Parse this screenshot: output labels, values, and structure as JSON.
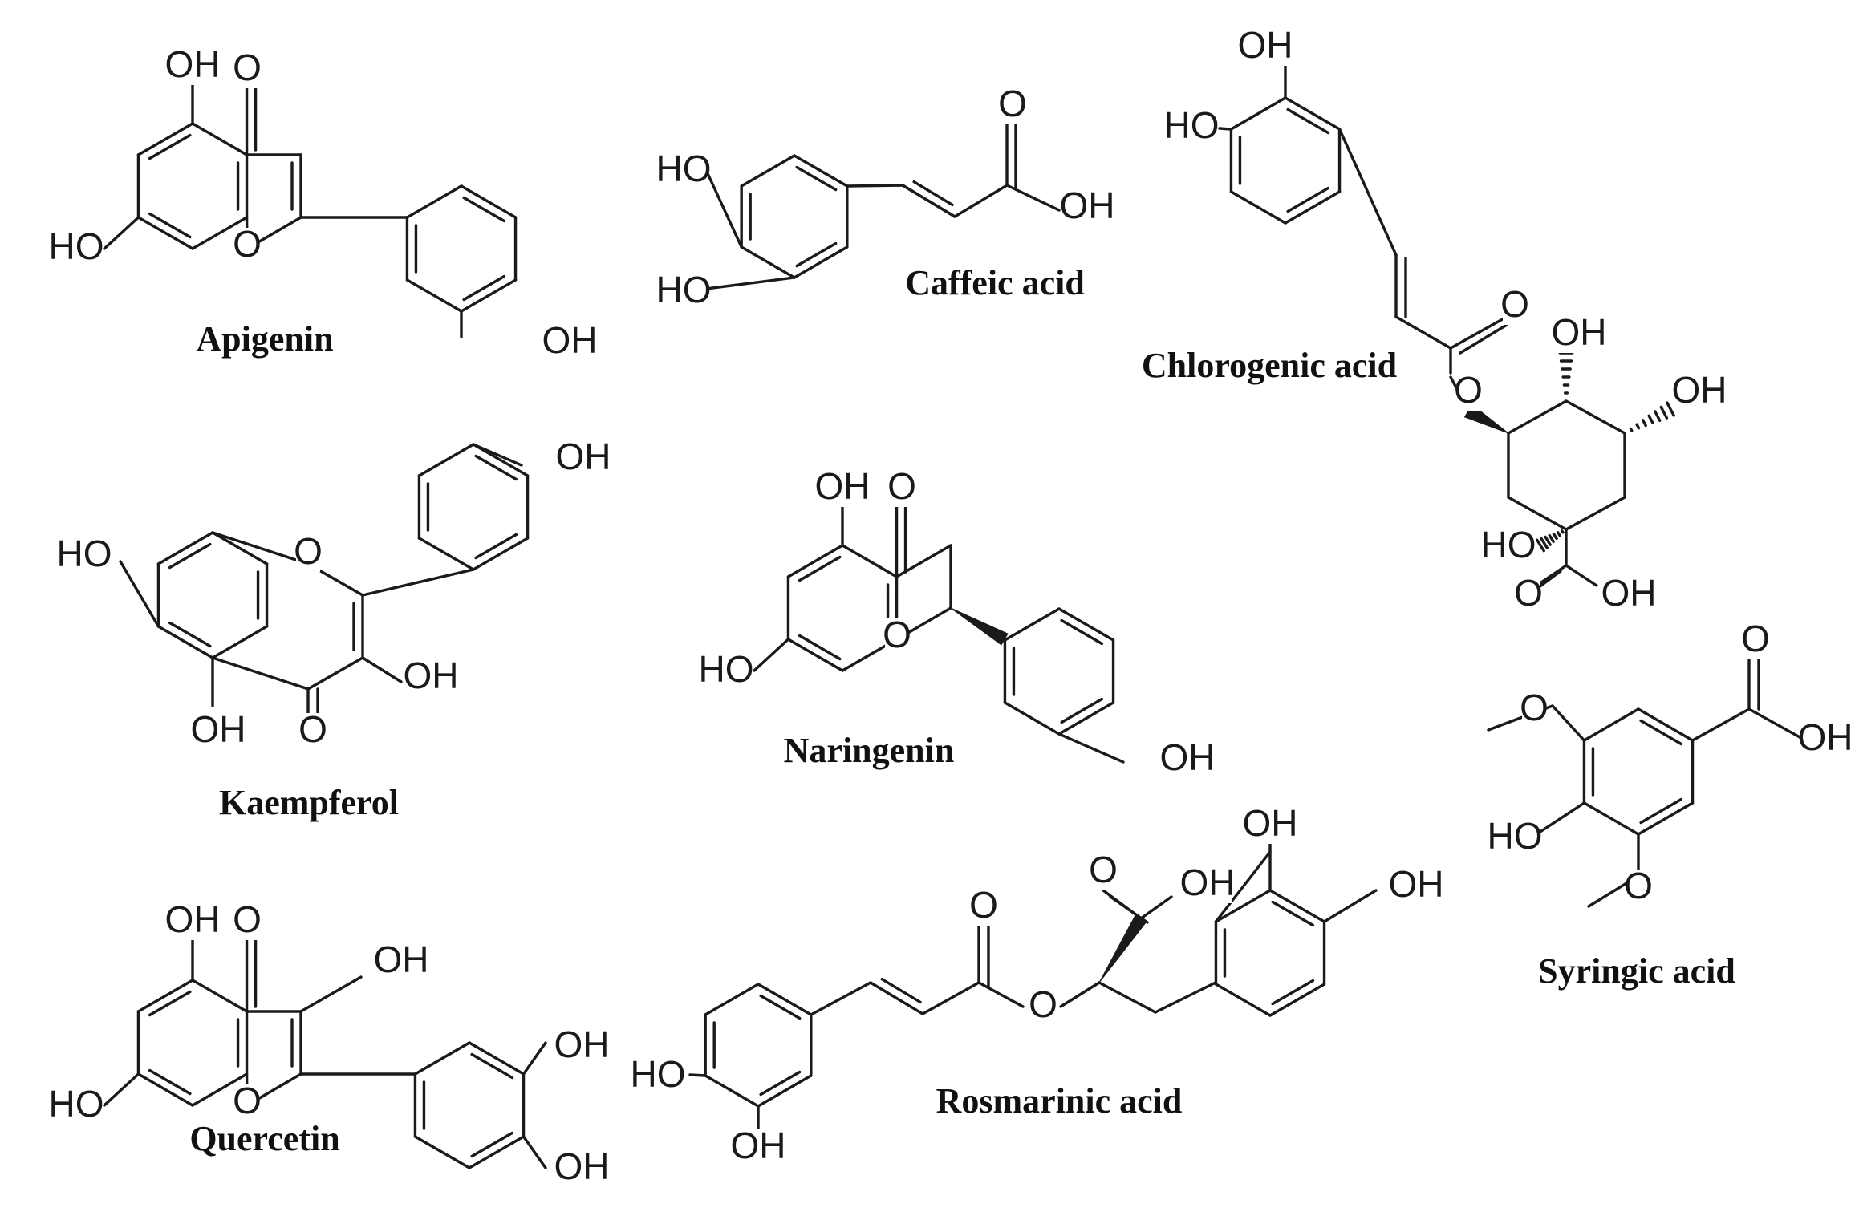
{
  "compounds": {
    "apigenin": "Apigenin",
    "caffeic_acid": "Caffeic acid",
    "chlorogenic_acid": "Chlorogenic acid",
    "kaempferol": "Kaempferol",
    "naringenin": "Naringenin",
    "syringic_acid": "Syringic acid",
    "quercetin": "Quercetin",
    "rosmarinic_acid": "Rosmarinic acid"
  },
  "atom_labels": {
    "OH": "OH",
    "HO": "HO",
    "O": "O"
  }
}
